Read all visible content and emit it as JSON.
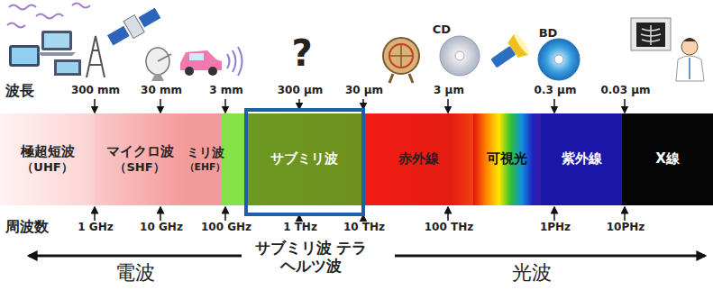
{
  "diagram": {
    "nodes": [
      {
        "text": [
          "極超短波",
          "（UHF）"
        ]
      },
      {
        "text": [
          "マイクロ波",
          "（SHF）"
        ]
      },
      {
        "text": [
          "ミリ波",
          "（EHF）"
        ]
      },
      {
        "text": [
          "サブミリ波"
        ]
      },
      {
        "text": [
          "赤外線"
        ]
      },
      {
        "text": [
          "可視光"
        ]
      },
      {
        "text": [
          "紫外線"
        ]
      },
      {
        "text": [
          "X線"
        ]
      }
    ],
    "labels": [
      "?",
      "CD",
      "BD",
      "波長",
      "300 mm",
      "30 mm",
      "3 mm",
      "300 μm",
      "30 μm",
      "3 μm",
      "0.3 μm",
      "0.03 μm",
      "周波数",
      "1 GHz",
      "10 GHz",
      "100 GHz",
      "1 THz",
      "10 THz",
      "100 THz",
      "1PHz",
      "10PHz",
      "サブミリ波 テラヘルツ波",
      "電波",
      "光波"
    ]
  }
}
